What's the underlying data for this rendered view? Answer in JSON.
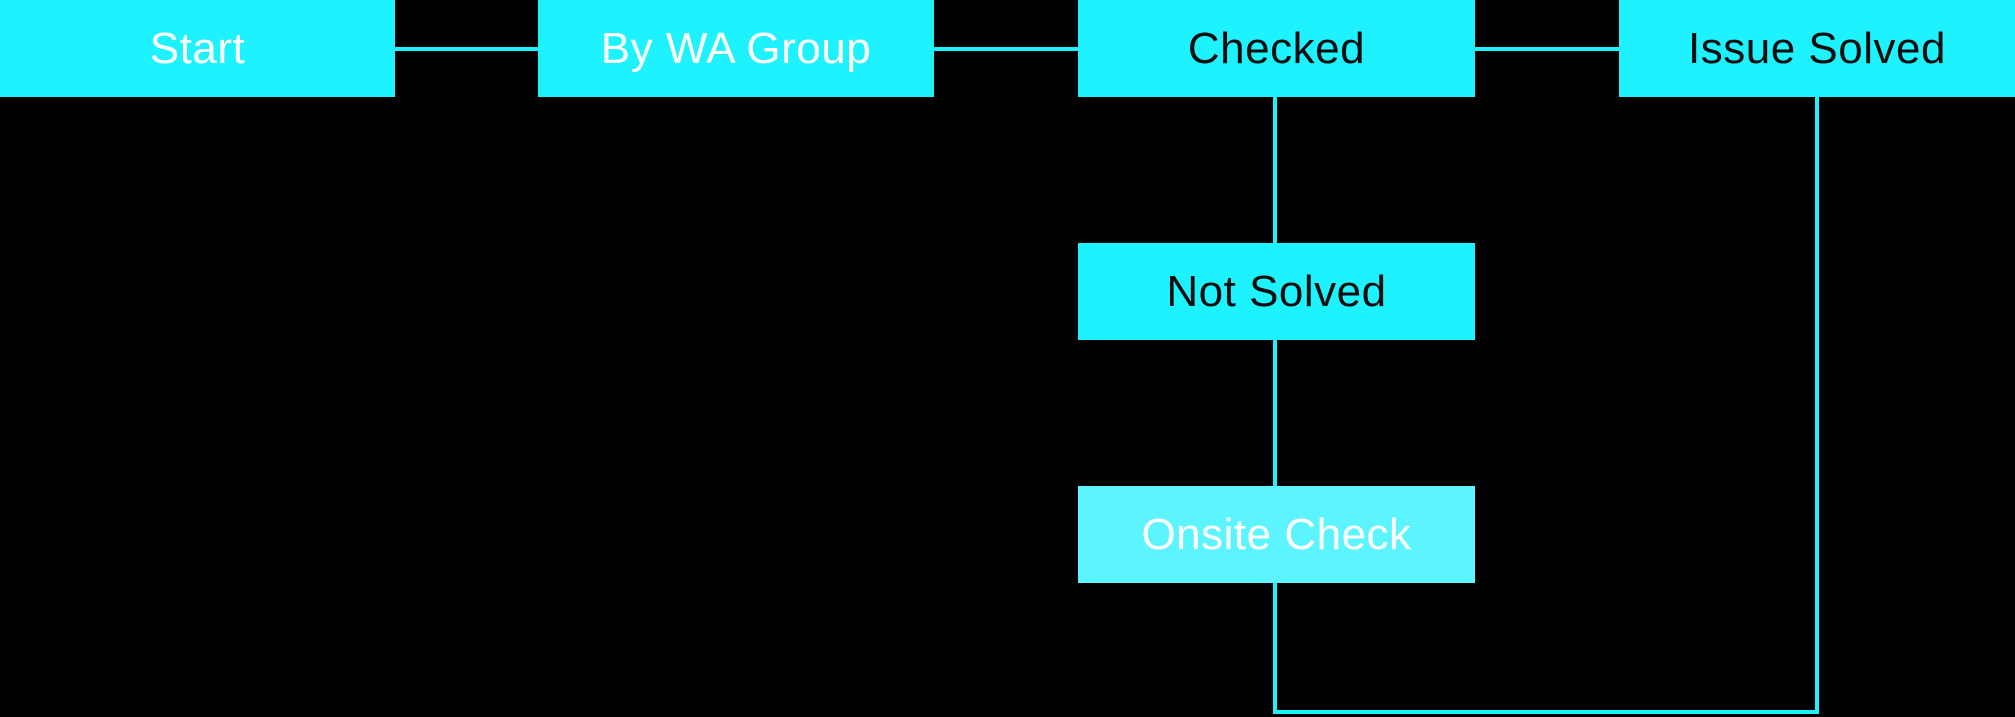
{
  "diagram": {
    "colors": {
      "background": "#000000",
      "node": "#1ef2ff",
      "node_highlight": "#5cf5ff",
      "connector": "#1ef2ff"
    },
    "nodes": {
      "start": {
        "label": "Start"
      },
      "by_wa_group": {
        "label": "By WA Group"
      },
      "checked": {
        "label": "Checked"
      },
      "issue_solved": {
        "label": "Issue Solved"
      },
      "not_solved": {
        "label": "Not Solved"
      },
      "onsite_check": {
        "label": "Onsite Check"
      }
    },
    "edges": [
      {
        "from": "Start",
        "to": "By WA Group"
      },
      {
        "from": "By WA Group",
        "to": "Checked"
      },
      {
        "from": "Checked",
        "to": "Issue Solved"
      },
      {
        "from": "Checked",
        "to": "Not Solved"
      },
      {
        "from": "Not Solved",
        "to": "Onsite Check"
      },
      {
        "from": "Onsite Check",
        "to": "Issue Solved"
      }
    ]
  }
}
